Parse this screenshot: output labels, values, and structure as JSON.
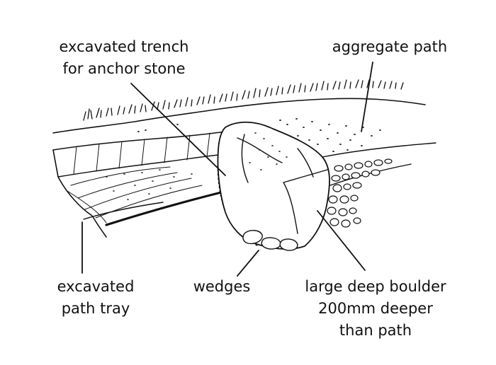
{
  "labels": {
    "trench": [
      "excavated trench",
      "for anchor stone"
    ],
    "aggregate": [
      "aggregate path"
    ],
    "tray": [
      "excavated",
      "path tray"
    ],
    "wedges": [
      "wedges"
    ],
    "boulder": [
      "large deep boulder",
      "200mm deeper",
      "than path"
    ]
  },
  "colors": {
    "ink": "#111111",
    "background": "#ffffff"
  }
}
